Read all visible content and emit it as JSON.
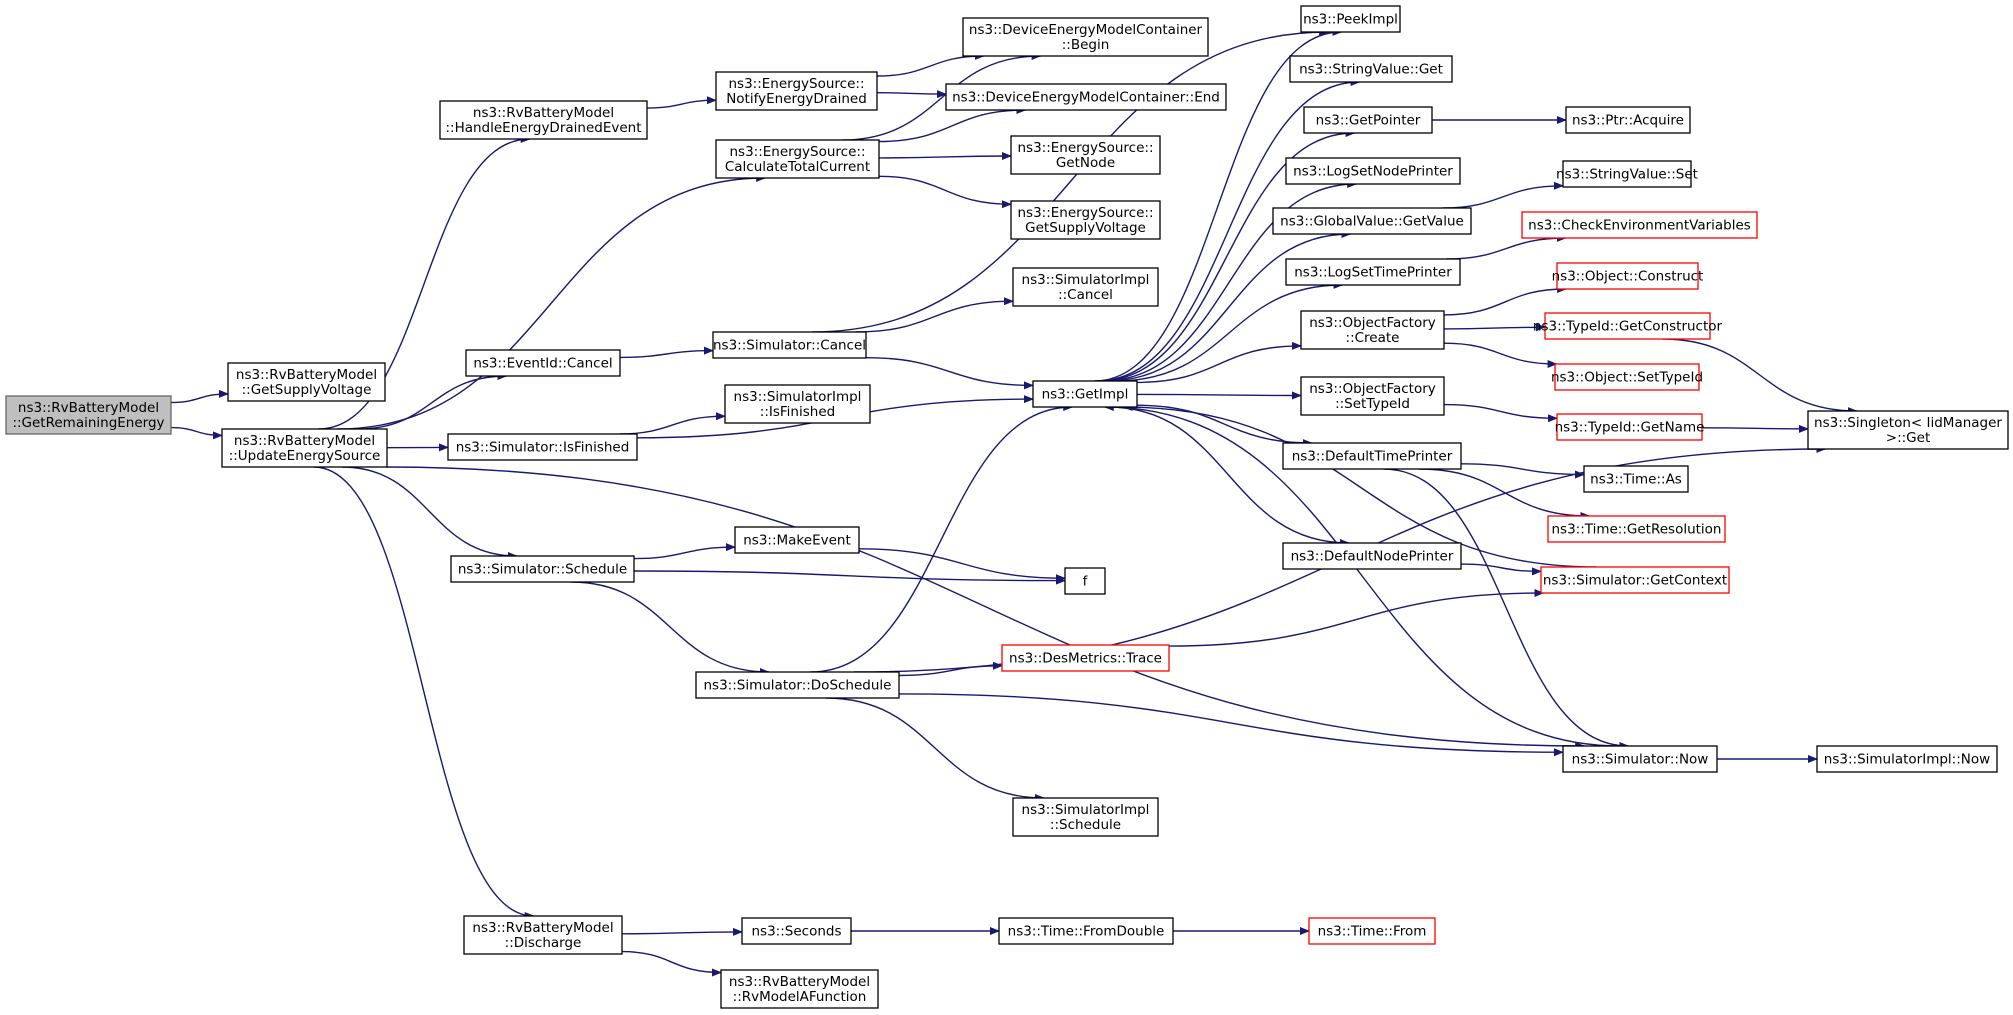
{
  "diagram": {
    "colors": {
      "edge": "#191970",
      "root_fill": "#bfbfbf",
      "root_border": "#666666",
      "node_border": "#000000",
      "truncated_border": "#ff0000"
    },
    "nodes": {
      "getremainingenergy": {
        "lines": [
          "ns3::RvBatteryModel",
          "::GetRemainingEnergy"
        ],
        "style": "root"
      },
      "getsupplyvoltage_rv": {
        "lines": [
          "ns3::RvBatteryModel",
          "::GetSupplyVoltage"
        ],
        "style": "normal"
      },
      "updateenergysource": {
        "lines": [
          "ns3::RvBatteryModel",
          "::UpdateEnergySource"
        ],
        "style": "normal"
      },
      "handleenergydrainedevent": {
        "lines": [
          "ns3::RvBatteryModel",
          "::HandleEnergyDrainedEvent"
        ],
        "style": "normal"
      },
      "notifyenergydrained": {
        "lines": [
          "ns3::EnergySource::",
          "NotifyEnergyDrained"
        ],
        "style": "normal"
      },
      "calculatetotalcurrent": {
        "lines": [
          "ns3::EnergySource::",
          "CalculateTotalCurrent"
        ],
        "style": "normal"
      },
      "demc_begin": {
        "lines": [
          "ns3::DeviceEnergyModelContainer",
          "::Begin"
        ],
        "style": "normal"
      },
      "demc_end": {
        "lines": [
          "ns3::DeviceEnergyModelContainer::End"
        ],
        "style": "normal"
      },
      "es_getnode": {
        "lines": [
          "ns3::EnergySource::",
          "GetNode"
        ],
        "style": "normal"
      },
      "es_getsupplyvoltage": {
        "lines": [
          "ns3::EnergySource::",
          "GetSupplyVoltage"
        ],
        "style": "normal"
      },
      "eventid_cancel": {
        "lines": [
          "ns3::EventId::Cancel"
        ],
        "style": "normal"
      },
      "simulator_cancel": {
        "lines": [
          "ns3::Simulator::Cancel"
        ],
        "style": "normal"
      },
      "simimpl_cancel": {
        "lines": [
          "ns3::SimulatorImpl",
          "::Cancel"
        ],
        "style": "normal"
      },
      "simulator_isfinished": {
        "lines": [
          "ns3::Simulator::IsFinished"
        ],
        "style": "normal"
      },
      "simimpl_isfinished": {
        "lines": [
          "ns3::SimulatorImpl",
          "::IsFinished"
        ],
        "style": "normal"
      },
      "simulator_schedule": {
        "lines": [
          "ns3::Simulator::Schedule"
        ],
        "style": "normal"
      },
      "makeevent": {
        "lines": [
          "ns3::MakeEvent"
        ],
        "style": "normal"
      },
      "f": {
        "lines": [
          "f"
        ],
        "style": "normal"
      },
      "simulator_doschedule": {
        "lines": [
          "ns3::Simulator::DoSchedule"
        ],
        "style": "normal"
      },
      "desmetrics_trace": {
        "lines": [
          "ns3::DesMetrics::Trace"
        ],
        "style": "red"
      },
      "simimpl_schedule": {
        "lines": [
          "ns3::SimulatorImpl",
          "::Schedule"
        ],
        "style": "normal"
      },
      "getimpl": {
        "lines": [
          "ns3::GetImpl"
        ],
        "style": "normal"
      },
      "peekimpl": {
        "lines": [
          "ns3::PeekImpl"
        ],
        "style": "normal"
      },
      "stringvalue_get": {
        "lines": [
          "ns3::StringValue::Get"
        ],
        "style": "normal"
      },
      "getpointer": {
        "lines": [
          "ns3::GetPointer"
        ],
        "style": "normal"
      },
      "ptr_acquire": {
        "lines": [
          "ns3::Ptr::Acquire"
        ],
        "style": "normal"
      },
      "logsetnodeprinter": {
        "lines": [
          "ns3::LogSetNodePrinter"
        ],
        "style": "normal"
      },
      "globalvalue_getvalue": {
        "lines": [
          "ns3::GlobalValue::GetValue"
        ],
        "style": "normal"
      },
      "stringvalue_set": {
        "lines": [
          "ns3::StringValue::Set"
        ],
        "style": "normal"
      },
      "checkenvvars": {
        "lines": [
          "ns3::CheckEnvironmentVariables"
        ],
        "style": "red"
      },
      "logsettimeprinter": {
        "lines": [
          "ns3::LogSetTimePrinter"
        ],
        "style": "normal"
      },
      "object_construct": {
        "lines": [
          "ns3::Object::Construct"
        ],
        "style": "red"
      },
      "objectfactory_create": {
        "lines": [
          "ns3::ObjectFactory",
          "::Create"
        ],
        "style": "normal"
      },
      "typeid_getconstructor": {
        "lines": [
          "ns3::TypeId::GetConstructor"
        ],
        "style": "red"
      },
      "object_settypeid": {
        "lines": [
          "ns3::Object::SetTypeId"
        ],
        "style": "red"
      },
      "objectfactory_settypeid": {
        "lines": [
          "ns3::ObjectFactory",
          "::SetTypeId"
        ],
        "style": "normal"
      },
      "typeid_getname": {
        "lines": [
          "ns3::TypeId::GetName"
        ],
        "style": "red"
      },
      "singleton_get": {
        "lines": [
          "ns3::Singleton< IidManager",
          ">::Get"
        ],
        "style": "normal"
      },
      "defaulttimeprinter": {
        "lines": [
          "ns3::DefaultTimePrinter"
        ],
        "style": "normal"
      },
      "time_as": {
        "lines": [
          "ns3::Time::As"
        ],
        "style": "normal"
      },
      "time_getresolution": {
        "lines": [
          "ns3::Time::GetResolution"
        ],
        "style": "red"
      },
      "defaultnodeprinter": {
        "lines": [
          "ns3::DefaultNodePrinter"
        ],
        "style": "normal"
      },
      "simulator_getcontext": {
        "lines": [
          "ns3::Simulator::GetContext"
        ],
        "style": "red"
      },
      "simulator_now": {
        "lines": [
          "ns3::Simulator::Now"
        ],
        "style": "normal"
      },
      "simimpl_now": {
        "lines": [
          "ns3::SimulatorImpl::Now"
        ],
        "style": "normal"
      },
      "discharge": {
        "lines": [
          "ns3::RvBatteryModel",
          "::Discharge"
        ],
        "style": "normal"
      },
      "seconds": {
        "lines": [
          "ns3::Seconds"
        ],
        "style": "normal"
      },
      "time_fromdouble": {
        "lines": [
          "ns3::Time::FromDouble"
        ],
        "style": "normal"
      },
      "time_from": {
        "lines": [
          "ns3::Time::From"
        ],
        "style": "red"
      },
      "rvmodelafunction": {
        "lines": [
          "ns3::RvBatteryModel",
          "::RvModelAFunction"
        ],
        "style": "normal"
      }
    },
    "edges": [
      [
        "getremainingenergy",
        "getsupplyvoltage_rv"
      ],
      [
        "getremainingenergy",
        "updateenergysource"
      ],
      [
        "updateenergysource",
        "handleenergydrainedevent"
      ],
      [
        "updateenergysource",
        "calculatetotalcurrent"
      ],
      [
        "updateenergysource",
        "eventid_cancel"
      ],
      [
        "updateenergysource",
        "simulator_isfinished"
      ],
      [
        "updateenergysource",
        "simulator_schedule"
      ],
      [
        "updateenergysource",
        "simulator_now"
      ],
      [
        "updateenergysource",
        "discharge"
      ],
      [
        "handleenergydrainedevent",
        "notifyenergydrained"
      ],
      [
        "notifyenergydrained",
        "demc_begin"
      ],
      [
        "notifyenergydrained",
        "demc_end"
      ],
      [
        "calculatetotalcurrent",
        "demc_begin"
      ],
      [
        "calculatetotalcurrent",
        "demc_end"
      ],
      [
        "calculatetotalcurrent",
        "es_getnode"
      ],
      [
        "calculatetotalcurrent",
        "es_getsupplyvoltage"
      ],
      [
        "eventid_cancel",
        "simulator_cancel"
      ],
      [
        "simulator_cancel",
        "simimpl_cancel"
      ],
      [
        "simulator_cancel",
        "getimpl"
      ],
      [
        "simulator_cancel",
        "peekimpl"
      ],
      [
        "simulator_isfinished",
        "simimpl_isfinished"
      ],
      [
        "simulator_isfinished",
        "getimpl"
      ],
      [
        "simulator_schedule",
        "makeevent"
      ],
      [
        "simulator_schedule",
        "f"
      ],
      [
        "simulator_schedule",
        "simulator_doschedule"
      ],
      [
        "makeevent",
        "f"
      ],
      [
        "simulator_doschedule",
        "getimpl"
      ],
      [
        "simulator_doschedule",
        "desmetrics_trace"
      ],
      [
        "simulator_doschedule",
        "simimpl_schedule"
      ],
      [
        "simulator_doschedule",
        "singleton_get"
      ],
      [
        "simulator_doschedule",
        "simulator_now"
      ],
      [
        "getimpl",
        "peekimpl"
      ],
      [
        "getimpl",
        "stringvalue_get"
      ],
      [
        "getimpl",
        "getpointer"
      ],
      [
        "getimpl",
        "logsetnodeprinter"
      ],
      [
        "getimpl",
        "globalvalue_getvalue"
      ],
      [
        "getimpl",
        "logsettimeprinter"
      ],
      [
        "getimpl",
        "objectfactory_create"
      ],
      [
        "getimpl",
        "objectfactory_settypeid"
      ],
      [
        "getimpl",
        "defaulttimeprinter"
      ],
      [
        "getimpl",
        "defaultnodeprinter"
      ],
      [
        "getpointer",
        "ptr_acquire"
      ],
      [
        "globalvalue_getvalue",
        "stringvalue_set"
      ],
      [
        "logsettimeprinter",
        "checkenvvars"
      ],
      [
        "objectfactory_create",
        "object_construct"
      ],
      [
        "objectfactory_create",
        "typeid_getconstructor"
      ],
      [
        "objectfactory_create",
        "object_settypeid"
      ],
      [
        "typeid_getconstructor",
        "singleton_get"
      ],
      [
        "objectfactory_settypeid",
        "typeid_getname"
      ],
      [
        "typeid_getname",
        "singleton_get"
      ],
      [
        "defaulttimeprinter",
        "time_as"
      ],
      [
        "defaulttimeprinter",
        "time_getresolution"
      ],
      [
        "defaulttimeprinter",
        "simulator_now"
      ],
      [
        "defaultnodeprinter",
        "simulator_getcontext"
      ],
      [
        "simulator_getcontext",
        "getimpl"
      ],
      [
        "desmetrics_trace",
        "simulator_getcontext"
      ],
      [
        "simulator_now",
        "getimpl"
      ],
      [
        "simulator_now",
        "simimpl_now"
      ],
      [
        "discharge",
        "seconds"
      ],
      [
        "discharge",
        "rvmodelafunction"
      ],
      [
        "seconds",
        "time_fromdouble"
      ],
      [
        "time_fromdouble",
        "time_from"
      ]
    ]
  }
}
